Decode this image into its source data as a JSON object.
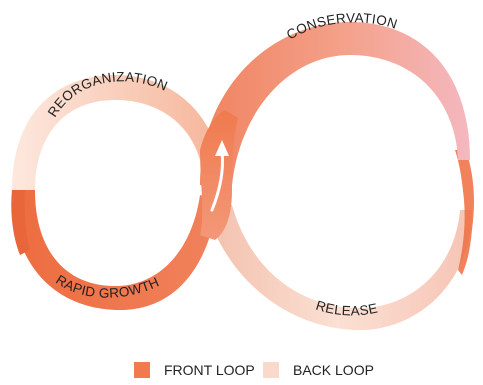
{
  "labels": {
    "reorganization": "REORGANIZATION",
    "conservation": "CONSERVATION",
    "rapid_growth": "RAPID GROWTH",
    "release": "RELEASE"
  },
  "legend": {
    "front_loop": "FRONT LOOP",
    "back_loop": "BACK LOOP"
  },
  "colors": {
    "front_loop": "#f07a4e",
    "back_loop": "#fbd9ca",
    "conservation_pink": "#f5b8c0",
    "arrow": "#ffffff"
  },
  "icons": {
    "direction_arrow": "arrow-up-icon"
  }
}
